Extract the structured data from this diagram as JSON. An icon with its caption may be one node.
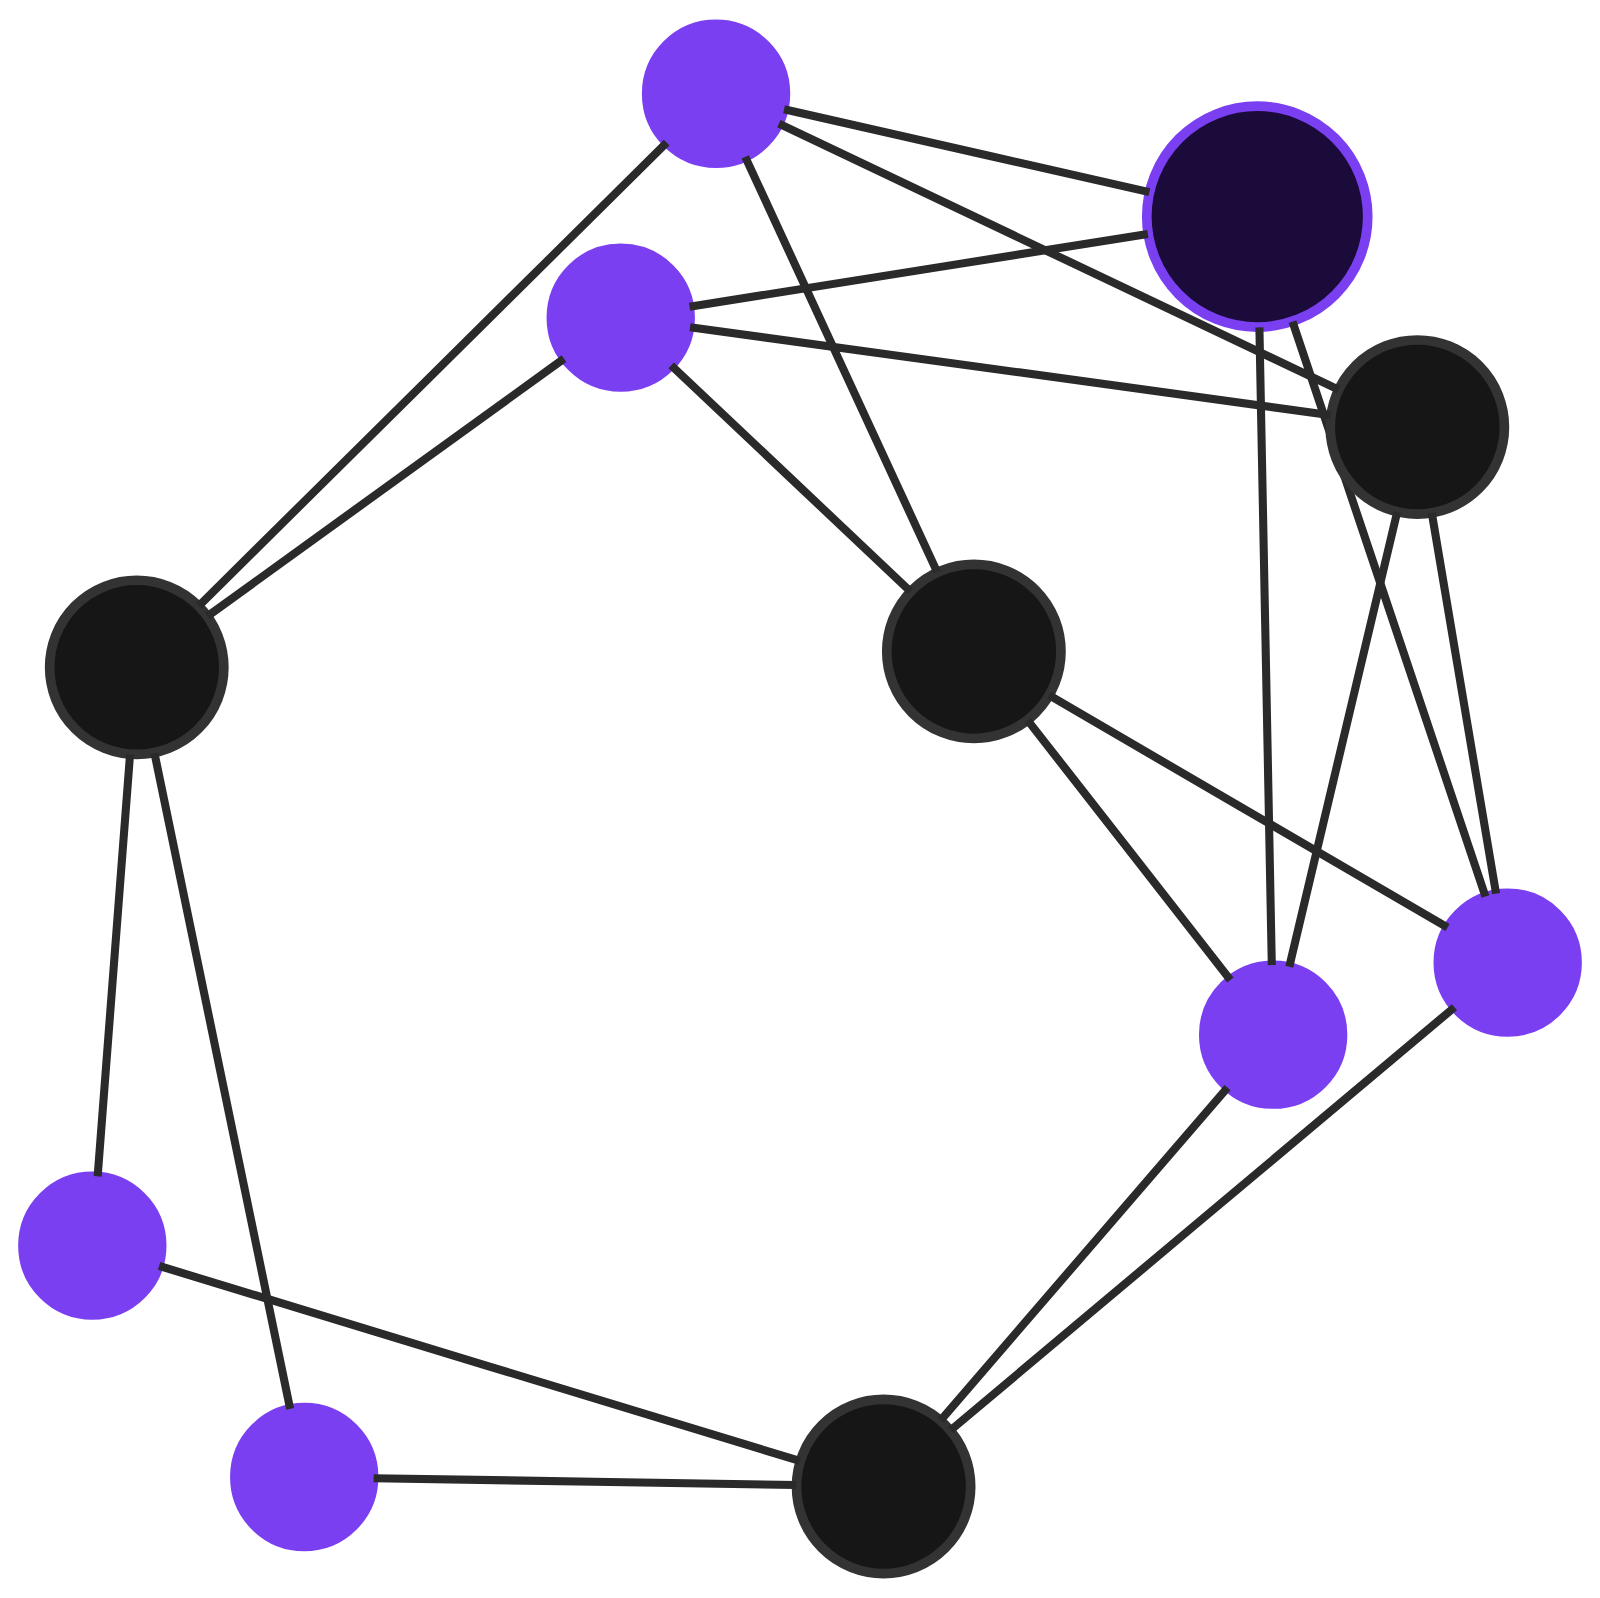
{
  "diagram": {
    "nodes": [
      {
        "text": [],
        "shape": "circle"
      },
      {
        "text": [],
        "shape": "circle"
      },
      {
        "text": [],
        "shape": "circle"
      },
      {
        "text": [],
        "shape": "circle"
      },
      {
        "text": [],
        "shape": "circle"
      },
      {
        "text": [],
        "shape": "circle"
      },
      {
        "text": [],
        "shape": "circle"
      },
      {
        "text": [],
        "shape": "circle"
      },
      {
        "text": [],
        "shape": "circle"
      },
      {
        "text": [],
        "shape": "circle"
      },
      {
        "text": [],
        "shape": "circle"
      }
    ],
    "edges": [
      {
        "from": 0,
        "to": 1,
        "arrow": "none"
      },
      {
        "from": 0,
        "to": 4,
        "arrow": "none"
      },
      {
        "from": 0,
        "to": 10,
        "arrow": "none"
      },
      {
        "from": 0,
        "to": 6,
        "arrow": "none"
      },
      {
        "from": 1,
        "to": 2,
        "arrow": "none"
      },
      {
        "from": 1,
        "to": 5,
        "arrow": "none"
      },
      {
        "from": 1,
        "to": 9,
        "arrow": "none"
      },
      {
        "from": 3,
        "to": 2,
        "arrow": "none"
      },
      {
        "from": 2,
        "to": 6,
        "arrow": "none"
      },
      {
        "from": 2,
        "to": 7,
        "arrow": "none"
      },
      {
        "from": 3,
        "to": 8,
        "arrow": "none"
      },
      {
        "from": 4,
        "to": 5,
        "arrow": "none"
      },
      {
        "from": 4,
        "to": 8,
        "arrow": "none"
      },
      {
        "from": 4,
        "to": 9,
        "arrow": "none"
      },
      {
        "from": 5,
        "to": 6,
        "arrow": "none"
      },
      {
        "from": 5,
        "to": 10,
        "arrow": "none"
      },
      {
        "from": 6,
        "to": 9,
        "arrow": "none"
      },
      {
        "from": 8,
        "to": 7,
        "arrow": "none"
      },
      {
        "from": 8,
        "to": 10,
        "arrow": "none"
      },
      {
        "from": 10,
        "to": 9,
        "arrow": "none"
      }
    ]
  }
}
